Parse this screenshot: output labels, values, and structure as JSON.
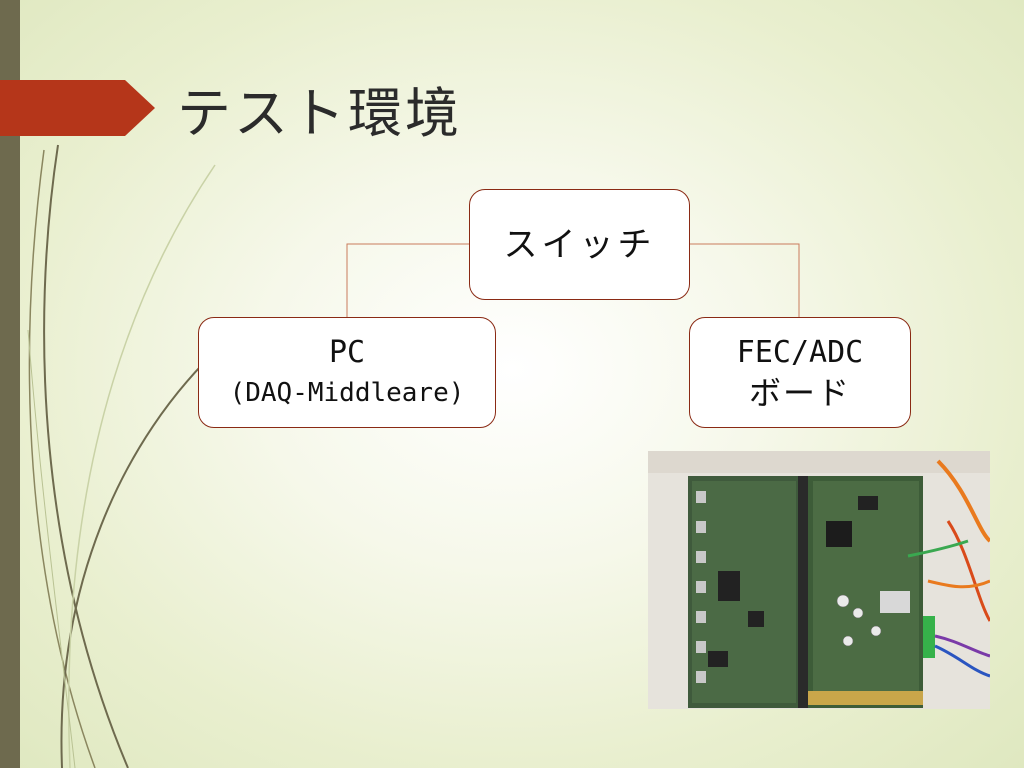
{
  "slide": {
    "title": "テスト環境"
  },
  "diagram": {
    "root": {
      "label": "スイッチ"
    },
    "children": [
      {
        "line1": "PC",
        "line2": "(DAQ-Middleare)"
      },
      {
        "line1": "FEC/ADC",
        "line2": "ボード"
      }
    ]
  },
  "colors": {
    "accent_arrow": "#b5361a",
    "left_bar": "#6e6a4e",
    "node_border": "#8a2a14",
    "connector": "#c97b5c",
    "background": "#e9efcf"
  },
  "photo": {
    "icon": "circuit-board-photo"
  }
}
